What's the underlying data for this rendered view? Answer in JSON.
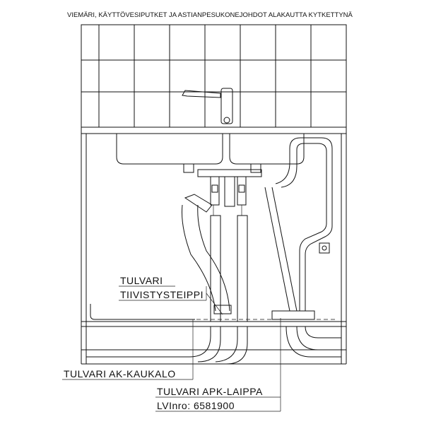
{
  "title": "VIEMÄRI, KÄYTTÖVESIPUTKET JA ASTIANPESUKONEJOHDOT ALAKAUTTA KYTKETTYNÄ",
  "labels": {
    "tape_line1": "TULVARI",
    "tape_line2": "TIIVISTYSTEIPPI",
    "trough": "TULVARI AK-KAUKALO",
    "flange": "TULVARI APK-LAIPPA",
    "lvi_number": "LVInro: 6581900"
  }
}
